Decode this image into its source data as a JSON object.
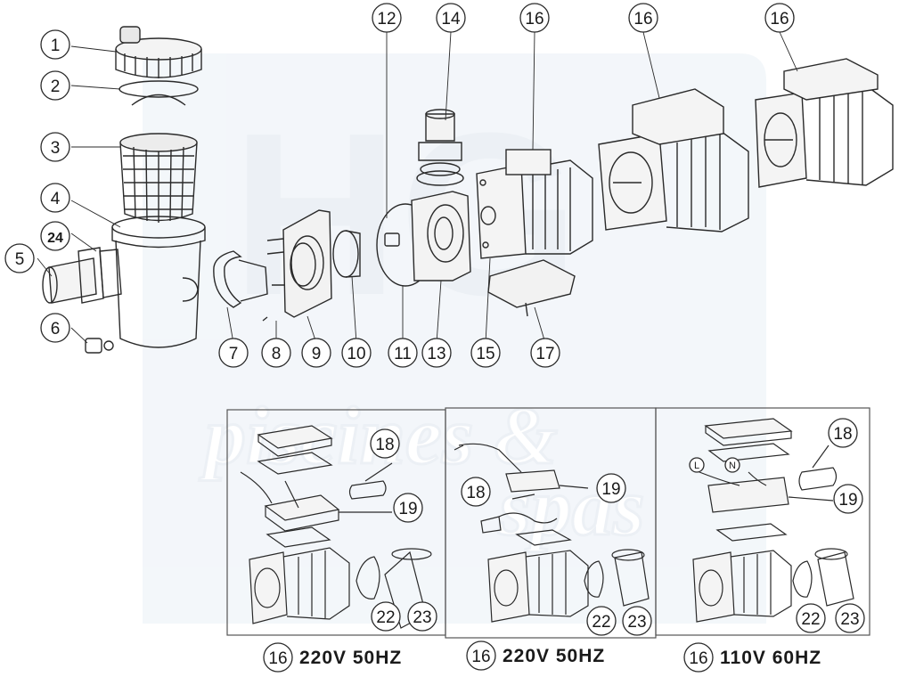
{
  "watermark": {
    "logo_text": "HG",
    "brand_line1": "piscines &",
    "brand_line2": "spas",
    "color": "#dfe6ef"
  },
  "line_color": "#2a2a2a",
  "part_labels": [
    "1",
    "2",
    "3",
    "4",
    "24",
    "5",
    "6",
    "7",
    "8",
    "9",
    "10",
    "11",
    "13",
    "15",
    "17",
    "12",
    "14",
    "16",
    "16",
    "16"
  ],
  "panel_labels": {
    "a": [
      "18",
      "19",
      "22",
      "23"
    ],
    "b": [
      "18",
      "19",
      "22",
      "23"
    ],
    "c": [
      "18",
      "19",
      "22",
      "23",
      "L",
      "N"
    ]
  },
  "footer": [
    {
      "num": "16",
      "text": "220V  50HZ"
    },
    {
      "num": "16",
      "text": "220V  50HZ"
    },
    {
      "num": "16",
      "text": "110V  60HZ"
    }
  ]
}
